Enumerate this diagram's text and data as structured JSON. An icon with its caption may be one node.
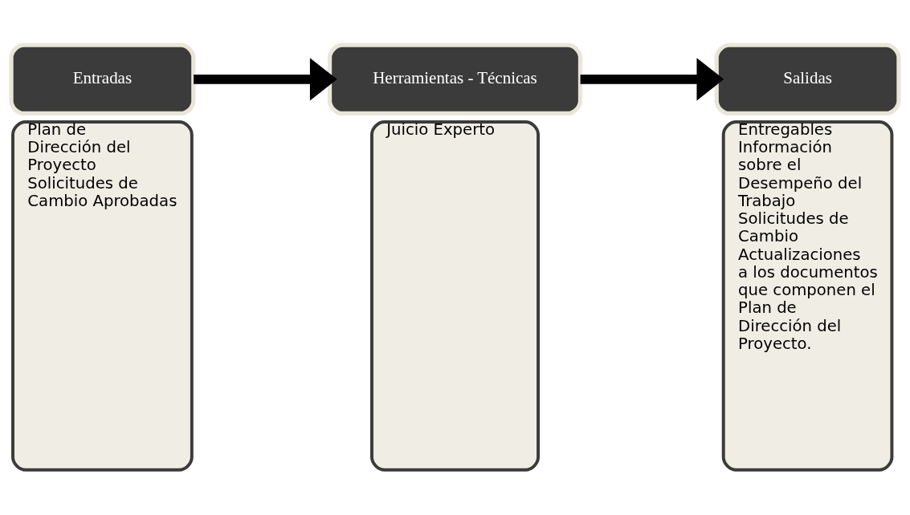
{
  "diagram": {
    "nodes": [
      {
        "text": [
          "Entradas"
        ]
      },
      {
        "text": [
          "Plan de Dirección del Proyecto",
          "Solicitudes de Cambio Aprobadas"
        ]
      },
      {
        "text": [
          "Herramientas - Técnicas"
        ]
      },
      {
        "text": [
          "Juicio Experto"
        ]
      },
      {
        "text": [
          "Salidas"
        ]
      },
      {
        "text": [
          "Entregables",
          "Información sobre el Desempeño del Trabajo",
          "Solicitudes de Cambio",
          "Actualizaciones a los documentos que componen el Plan de Dirección del Proyecto."
        ]
      }
    ],
    "edges": [
      {
        "from": 0,
        "to": 2,
        "arrow": "to"
      },
      {
        "from": 2,
        "to": 4,
        "arrow": "to"
      }
    ]
  }
}
